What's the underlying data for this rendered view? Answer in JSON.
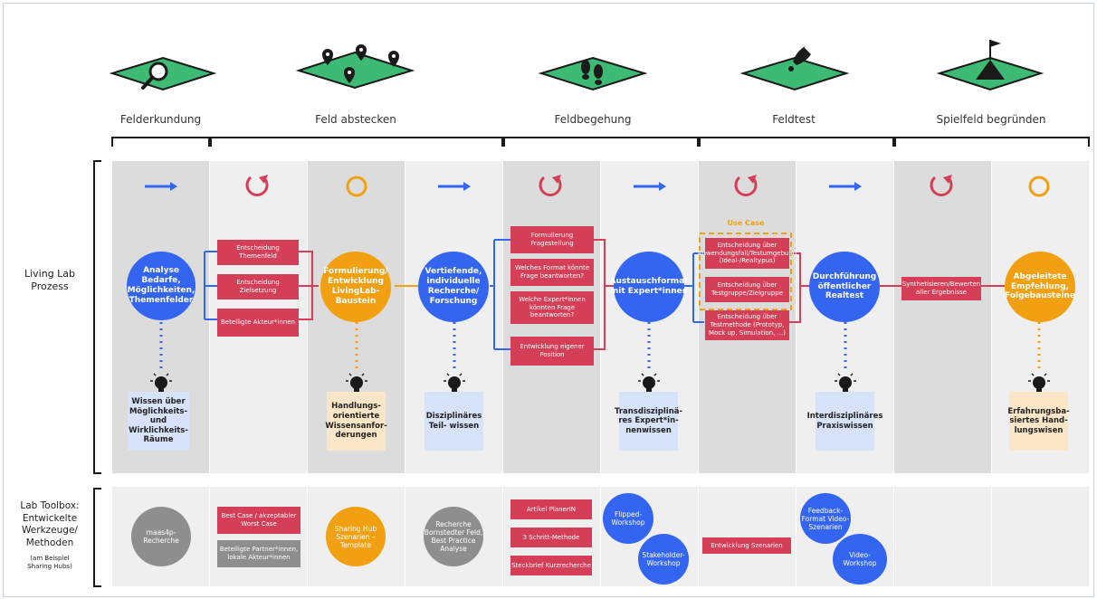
{
  "colors": {
    "blue": "#3465f0",
    "orange": "#f1a011",
    "red": "#d43e56",
    "gray": "#8e8e8e"
  },
  "phases": [
    {
      "label": "Felderkundung",
      "icon": "magnifier-field-icon"
    },
    {
      "label": "Feld abstecken",
      "icon": "map-pins-field-icon"
    },
    {
      "label": "Feldbegehung",
      "icon": "footprints-field-icon"
    },
    {
      "label": "Feldtest",
      "icon": "rocket-field-icon"
    },
    {
      "label": "Spielfeld begründen",
      "icon": "flag-mountain-field-icon"
    }
  ],
  "side_labels": {
    "process": "Living Lab\nProzess",
    "toolbox": "Lab Toolbox:\nEntwickelte\nWerkzeuge/\nMethoden",
    "toolbox_note": "(am Beispiel\nSharing Hubs)"
  },
  "process_circles": [
    "Analyse Bedarfe, Möglichkeiten, Themenfelder",
    "Formulierung/ Entwicklung LivingLab-Baustein",
    "Vertiefende, individuelle Recherche/ Forschung",
    "Austauschformat mit Expert*innen",
    "Durchführung öffentlicher Realtest",
    "Abgeleitete Empfehlung, Folgebausteine"
  ],
  "red_boxes": {
    "col2": [
      "Entscheidung Themenfeld",
      "Entscheidung Zielsetzung",
      "Beteiligte Akteur*innen"
    ],
    "col5": [
      "Formulierung Fragestellung",
      "Welches Format könnte Frage beantworten?",
      "Welche Expert*innen könnten Frage beantworten?",
      "Entwicklung eigener Position"
    ],
    "col7": [
      "Entscheidung über Anwendungsfall/Testumgebung (Ideal-/Realtypus)",
      "Entscheidung über Testgruppe/Zielgruppe",
      "Entscheidung über Testmethode (Prototyp, Mock up, Simulation, ...)"
    ],
    "col9": [
      "Synthetisieren/Bewerten aller Ergebnisse"
    ]
  },
  "use_case_label": "Use Case",
  "knowledge_boxes": [
    "Wissen über Möglichkeits- und Wirklichkeits-Räume",
    "Handlungs- orientierte Wissensanfor- derungen",
    "Disziplinäres Teil- wissen",
    "Transdisziplinä- res Expert*in- nenwissen",
    "Interdisziplinäres Praxiswissen",
    "Erfahrungsba- siertes Hand- lungswisen"
  ],
  "toolbox": {
    "col1": "maas4p-Recherche",
    "col2": [
      "Best Case / akzeptabler Worst Case",
      "Beteiligte Partner*innen, lokale Akteur*innen"
    ],
    "col3": "Sharing Hub Szenarien – Template",
    "col4": "Recherche Bornstedter Feld, Best Practice Analyse",
    "col5": [
      "Artikel PlanerIN",
      "3 Schritt-Methode",
      "Steckbrief Kurzrecherche"
    ],
    "col6": [
      "Flipped-Workshop",
      "Stakeholder-Workshop"
    ],
    "col7": "Entwicklung Szenarien",
    "col8": [
      "Feedback-Format Video-Szenarien",
      "Video-Workshop"
    ]
  }
}
